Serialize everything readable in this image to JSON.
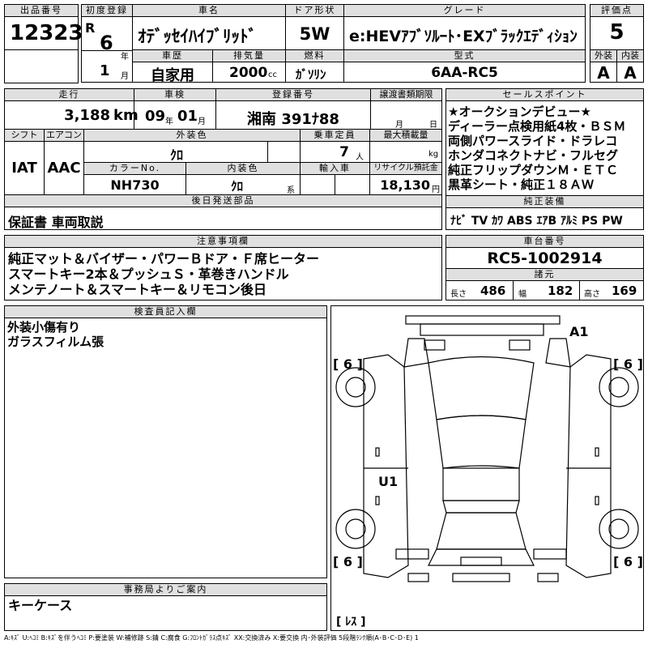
{
  "headers": {
    "lot_no": "出品番号",
    "first_reg": "初度登録",
    "car_name": "車名",
    "door": "ドア形状",
    "grade": "グレード",
    "score": "評価点",
    "history": "車歴",
    "displacement": "排気量",
    "fuel": "燃料",
    "model_code": "型式",
    "exterior": "外装",
    "interior": "内装",
    "mileage": "走行",
    "inspection": "車検",
    "reg_no": "登録番号",
    "transfer": "譲渡書類期限",
    "sales_points": "セールスポイント",
    "shift": "シフト",
    "aircon": "エアコン",
    "ext_color": "外装色",
    "capacity": "乗車定員",
    "max_load": "最大積載量",
    "color_no": "カラーNo.",
    "int_color": "内装色",
    "import": "輸入車",
    "recycle": "リサイクル預託金",
    "later_parts": "後日発送部品",
    "equipment": "純正装備",
    "notes": "注意事項欄",
    "chassis": "車台番号",
    "specs": "諸元",
    "inspector": "検査員記入欄",
    "office": "事務局よりご案内"
  },
  "lot_no": "12323",
  "era": "R",
  "year": "6",
  "year_unit": "年",
  "month": "1",
  "month_unit": "月",
  "car_name": "ｵﾃﾞｯｾｲﾊｲﾌﾞﾘｯﾄﾞ",
  "door": "5W",
  "grade": "e:HEVｱﾌﾞｿﾙｰﾄ･EXﾌﾞﾗｯｸｴﾃﾞｨｼｮﾝ",
  "score": "5",
  "history": "自家用",
  "displacement": "2000",
  "cc": "cc",
  "fuel": "ｶﾞｿﾘﾝ",
  "model_code": "6AA-RC5",
  "ext_grade": "A",
  "int_grade": "A",
  "mileage": "3,188",
  "km": "km",
  "insp_year": "09",
  "insp_month": "01",
  "year_mark": "年",
  "month_mark": "月",
  "reg_no": "湘南 391ﾅ88",
  "transfer_month": "月",
  "transfer_day": "日",
  "sales_points": [
    "★オークションデビュー★",
    "ディーラー点検用紙4枚・ＢＳＭ",
    "両側パワースライド・ドラレコ",
    "ホンダコネクトナビ・フルセグ",
    "純正フリップダウンＭ・ＥＴＣ",
    "黒革シート・純正１８ＡＷ"
  ],
  "shift": "IAT",
  "aircon": "AAC",
  "ext_color": "ｸﾛ",
  "capacity": "7",
  "capacity_unit": "人",
  "kg": "kg",
  "color_no": "NH730",
  "int_color": "ｸﾛ",
  "kei": "系",
  "recycle": "18,130",
  "yen": "円",
  "later_parts": "保証書 車両取説",
  "equipment": "ﾅﾋﾞ TV ｶﾜ ABS ｴｱB ｱﾙﾐ PS PW",
  "notes": [
    "純正マット＆バイザー・パワーＢドア・Ｆ席ヒーター",
    "スマートキー2本＆プッシュＳ・革巻きハンドル",
    "メンテノート＆スマートキー＆リモコン後日"
  ],
  "chassis": "RC5-1002914",
  "length_label": "長さ",
  "length": "486",
  "width_label": "幅",
  "width": "182",
  "height_label": "高さ",
  "height": "169",
  "inspector_notes": [
    "外装小傷有り",
    "ガラスフィルム張"
  ],
  "diagram": {
    "a1": "A1",
    "u1": "U1",
    "tire_fl": "[ 6 ]",
    "tire_fr": "[ 6 ]",
    "tire_rl": "[ 6 ]",
    "tire_rr": "[ 6 ]",
    "spare": "[ ﾚｽ ]"
  },
  "office_note": "キーケース",
  "legend": "A:ｷｽﾞ U:ﾍｺﾐ B:ｷｽﾞを伴うﾍｺﾐ P:要塗装 W:補修跡 S:錆 C:腐食 G:ﾌﾛﾝﾄｶﾞﾗｽ点ｷｽﾞ XX:交換済み X:要交換 内･外装評価 5段階ﾗﾝｸ順(A･B･C･D･E) 1"
}
